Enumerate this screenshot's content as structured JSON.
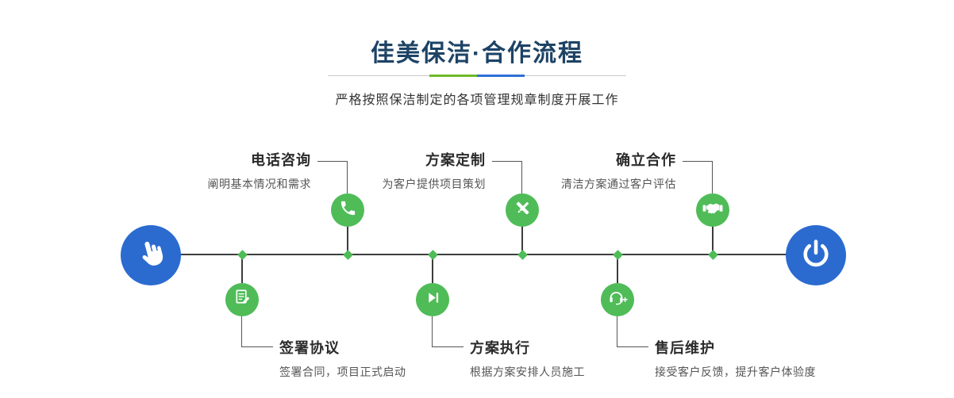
{
  "header": {
    "title": "佳美保洁·合作流程",
    "subtitle": "严格按照保洁制定的各项管理规章制度开展工作"
  },
  "colors": {
    "primary_blue": "#2b6bd0",
    "primary_green": "#4fbc58",
    "title_navy": "#1d4365",
    "line_gray": "#3d3d3d",
    "divider_green": "#6eb92b",
    "divider_blue": "#2e6fd6"
  },
  "flow": {
    "start": {
      "icon": "hand-pointer-icon"
    },
    "end": {
      "icon": "power-icon"
    },
    "top_steps": [
      {
        "title": "电话咨询",
        "desc": "阐明基本情况和需求",
        "icon": "phone-icon"
      },
      {
        "title": "方案定制",
        "desc": "为客户提供项目策划",
        "icon": "pencil-ruler-icon"
      },
      {
        "title": "确立合作",
        "desc": "清洁方案通过客户评估",
        "icon": "handshake-icon"
      }
    ],
    "bottom_steps": [
      {
        "title": "签署协议",
        "desc": "签署合同，项目正式启动",
        "icon": "contract-icon"
      },
      {
        "title": "方案执行",
        "desc": "根据方案安排人员施工",
        "icon": "play-next-icon"
      },
      {
        "title": "售后维护",
        "desc": "接受客户反馈，提升客户体验度",
        "icon": "headset-plus-icon"
      }
    ]
  }
}
